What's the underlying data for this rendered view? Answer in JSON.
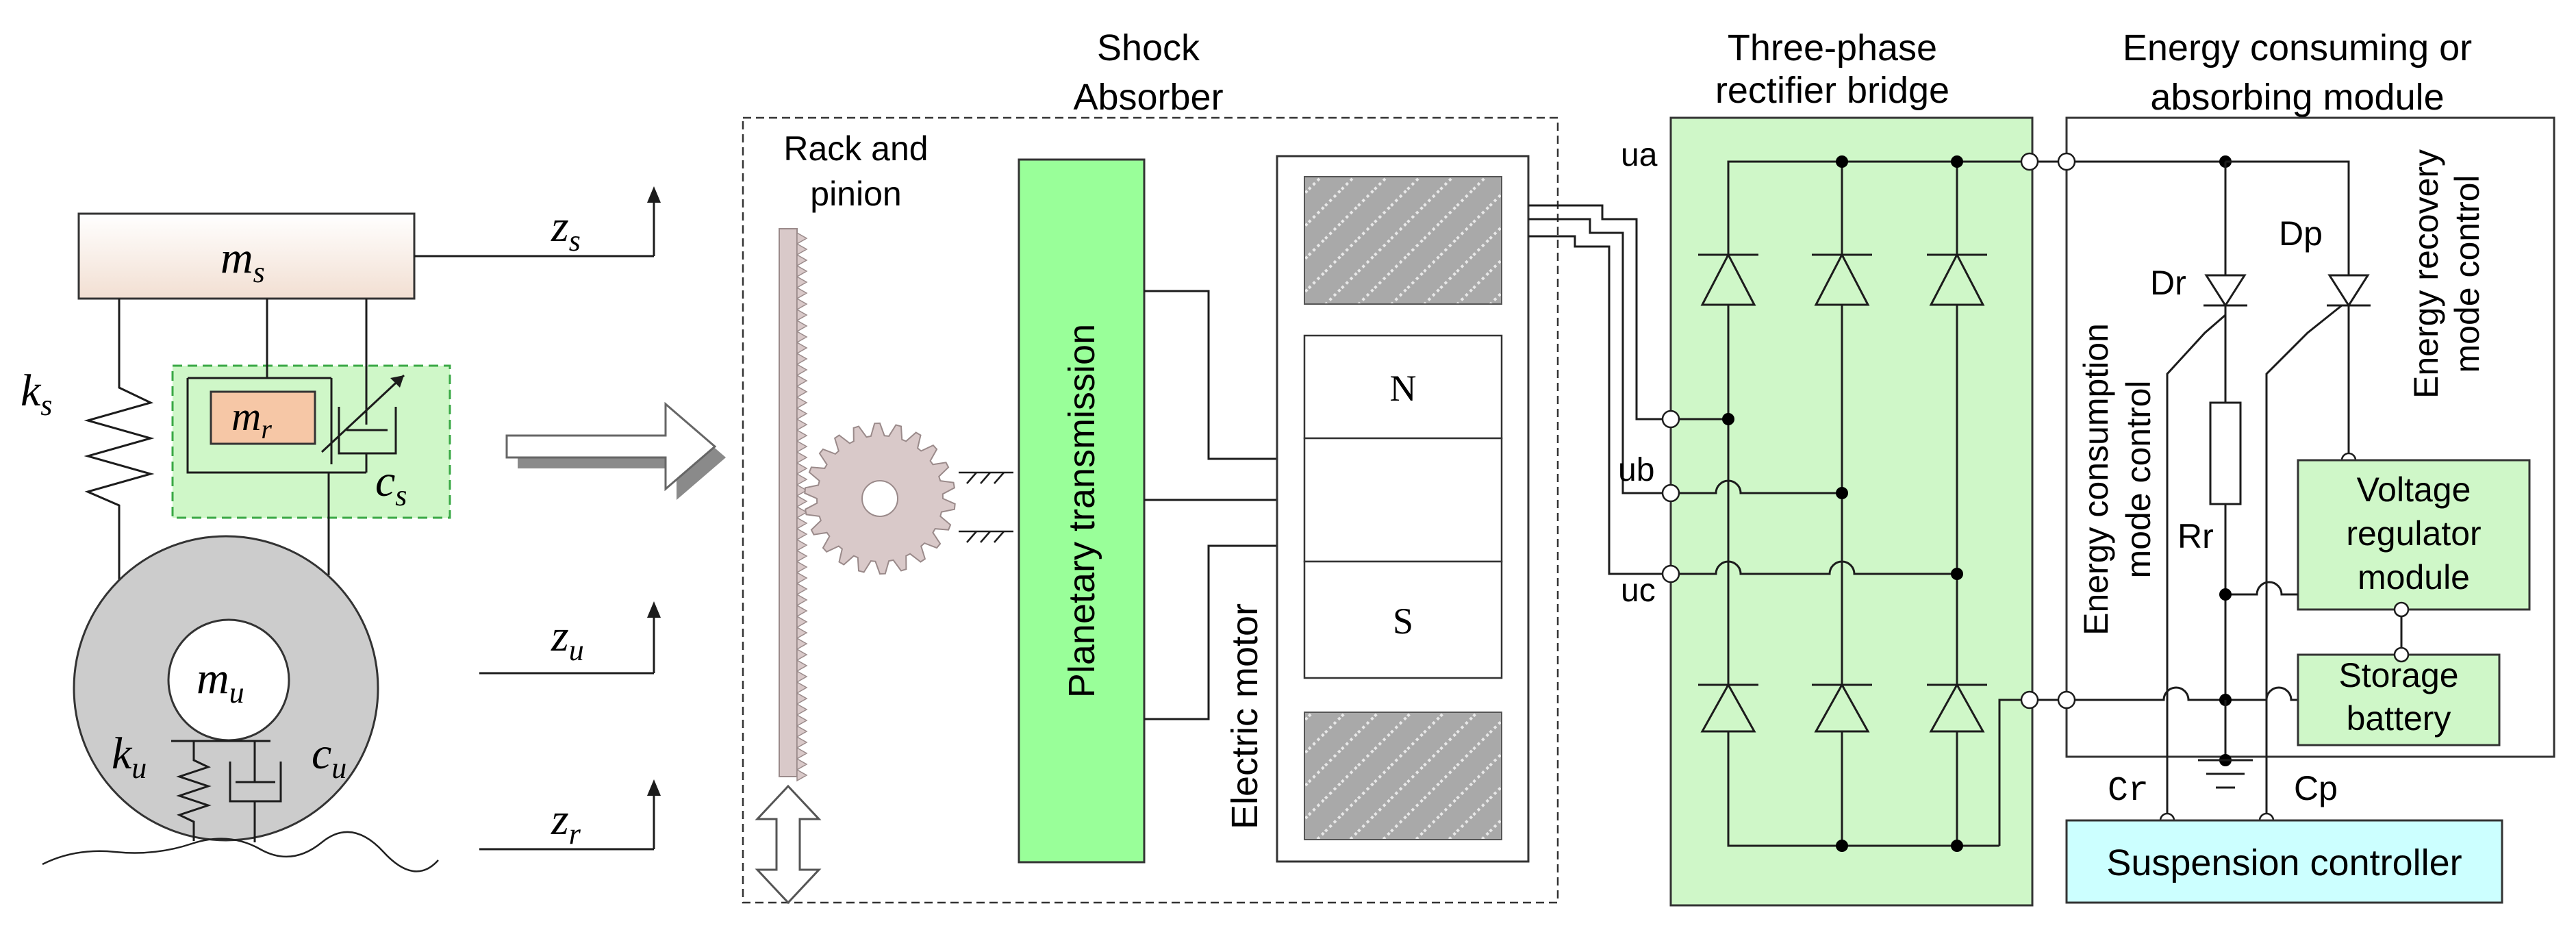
{
  "quarter_car": {
    "sprung_mass": {
      "sym": "m",
      "sub": "s"
    },
    "sprung_disp": {
      "sym": "z",
      "sub": "s"
    },
    "inerter_mass": {
      "sym": "m",
      "sub": "r"
    },
    "spring": {
      "sym": "k",
      "sub": "s"
    },
    "damper": {
      "sym": "c",
      "sub": "s"
    },
    "unsprung_mass": {
      "sym": "m",
      "sub": "u"
    },
    "unsprung_disp": {
      "sym": "z",
      "sub": "u"
    },
    "tire_stiffness": {
      "sym": "k",
      "sub": "u"
    },
    "tire_damping": {
      "sym": "c",
      "sub": "u"
    },
    "road_disp": {
      "sym": "z",
      "sub": "r"
    }
  },
  "shock_absorber": {
    "title_line1": "Shock",
    "title_line2": "Absorber",
    "rack_line1": "Rack and",
    "rack_line2": "pinion",
    "planetary": "Planetary transmission",
    "motor": "Electric motor",
    "pole_n": "N",
    "pole_s": "S"
  },
  "rectifier": {
    "title_line1": "Three-phase",
    "title_line2": "rectifier bridge",
    "phase_a": "ua",
    "phase_b": "ub",
    "phase_c": "uc"
  },
  "energy_module": {
    "title_line1": "Energy consuming or",
    "title_line2": "absorbing module",
    "dr": "Dr",
    "dp": "Dp",
    "rr": "Rr",
    "cr": "Cr",
    "cp": "Cp",
    "consumption_line1": "Energy consumption",
    "consumption_line2": "mode control",
    "recovery_line1": "Energy recovery",
    "recovery_line2": "mode control",
    "regulator_line1": "Voltage",
    "regulator_line2": "regulator",
    "regulator_line3": "module",
    "battery_line1": "Storage",
    "battery_line2": "battery",
    "controller": "Suspension controller"
  },
  "colors": {
    "light_green": "#cff7c8",
    "green": "#99ff99",
    "cyan": "#ccffff",
    "gray": "#cccccc",
    "dark_gray": "#b3b3b3",
    "mass_fill": "#f6c7a6",
    "sprung_top": "#ffffff",
    "sprung_bottom": "#f2dfd2"
  }
}
